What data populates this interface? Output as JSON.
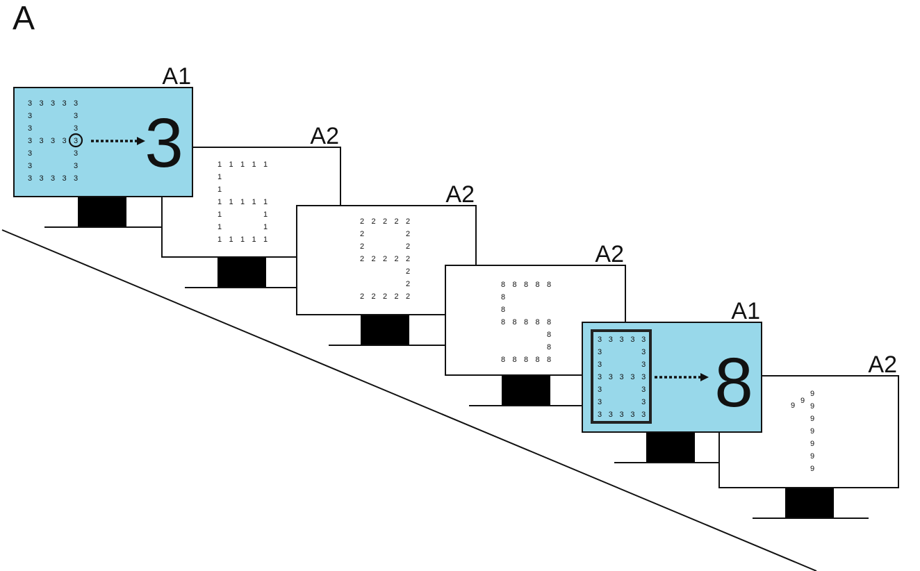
{
  "panel_label": "A",
  "colors": {
    "target_screen": "#98d8ea",
    "filler_screen": "#ffffff",
    "ink": "#111111"
  },
  "monitors": [
    {
      "label": "A1",
      "type": "target",
      "rows": [
        "33333",
        "3   3",
        "3   3",
        "33333",
        "3   3",
        "3   3",
        "33333"
      ],
      "circled": [
        3,
        4
      ],
      "boxed": false,
      "answer": "3"
    },
    {
      "label": "A2",
      "type": "filler",
      "rows": [
        "11111",
        "1    ",
        "1    ",
        "11111",
        "1   1",
        "1   1",
        "11111"
      ]
    },
    {
      "label": "A2",
      "type": "filler",
      "rows": [
        "22222",
        "2   2",
        "2   2",
        "22222",
        "    2",
        "    2",
        "22222"
      ]
    },
    {
      "label": "A2",
      "type": "filler",
      "rows": [
        "88888",
        "8    ",
        "8    ",
        "88888",
        "    8",
        "    8",
        "88888"
      ]
    },
    {
      "label": "A1",
      "type": "target",
      "rows": [
        "33333",
        "3   3",
        "3   3",
        "33333",
        "3   3",
        "3   3",
        "33333"
      ],
      "boxed": true,
      "answer": "8"
    },
    {
      "label": "A2",
      "type": "filler",
      "digit": "9"
    }
  ]
}
